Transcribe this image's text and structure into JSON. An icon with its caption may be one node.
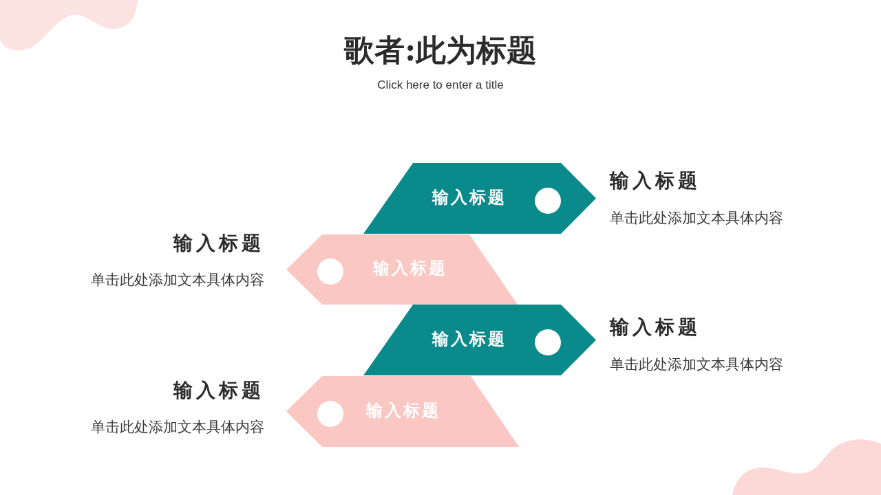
{
  "diagram": {
    "title": "歌者:此为标题",
    "nodes": [
      {
        "text": [
          "输入标题"
        ],
        "beside": [
          "输入标题",
          "单击此处添加文本具体内容"
        ]
      },
      {
        "text": [
          "输入标题"
        ],
        "beside": [
          "输入标题",
          "单击此处添加文本具体内容"
        ]
      },
      {
        "text": [
          "输入标题"
        ],
        "beside": [
          "输入标题",
          "单击此处添加文本具体内容"
        ]
      },
      {
        "text": [
          "输入标题"
        ],
        "beside": [
          "输入标题",
          "单击此处添加文本具体内容"
        ]
      }
    ],
    "labels": [
      "Click here to enter a title"
    ]
  }
}
